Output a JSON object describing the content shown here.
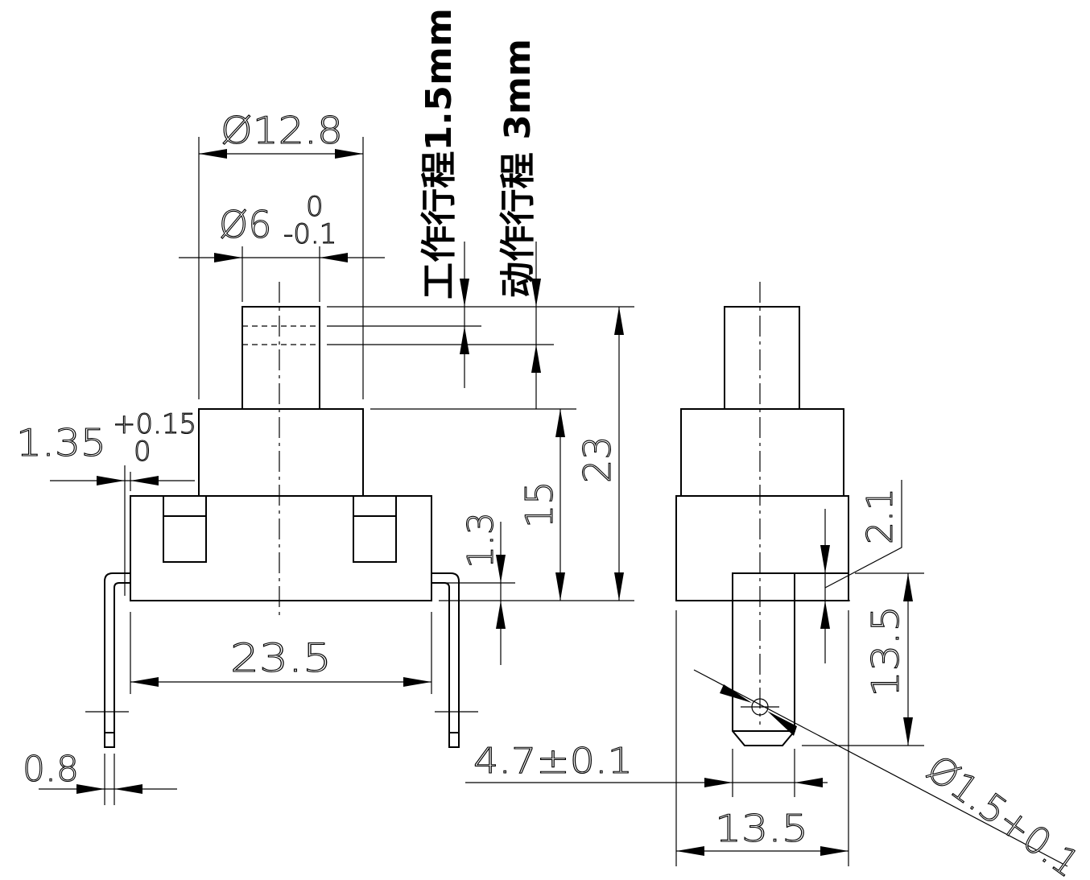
{
  "labels": {
    "dia_128": "Ø12.8",
    "dia_6": "Ø6",
    "tol_6_upper": "0",
    "tol_6_lower": "-0.1",
    "work_travel": "工作行程1.5mm",
    "action_travel": "动作行程 3mm",
    "d135": "1.35",
    "tol_135_upper": "+0.15",
    "tol_135_lower": "0",
    "d23": "23",
    "d15": "15",
    "d13": "1.3",
    "d235": "23.5",
    "d08": "0.8",
    "d47": "4.7±0.1",
    "d21": "2.1",
    "d135b": "13.5",
    "d135c": "13.5",
    "d15hole": "Ø1.5+0.1"
  }
}
